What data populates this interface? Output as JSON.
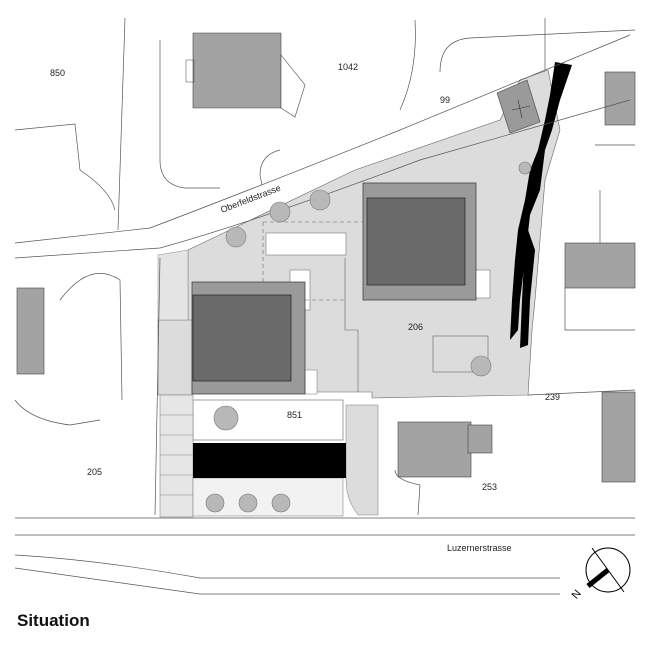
{
  "title": "Situation",
  "streets": {
    "oberfeld": "Oberfeldstrasse",
    "luzerner": "Luzernerstrasse"
  },
  "parcels": {
    "p850": "850",
    "p1042": "1042",
    "p99": "99",
    "p206": "206",
    "p239": "239",
    "p851": "851",
    "p205": "205",
    "p253": "253"
  },
  "north_arrow": {
    "letter": "N"
  },
  "colors": {
    "site_fill": "#dcdcdc",
    "building_dark": "#6a6a6a",
    "building_light": "#9a9a9a",
    "neighbor": "#a3a3a3",
    "black": "#000000"
  }
}
